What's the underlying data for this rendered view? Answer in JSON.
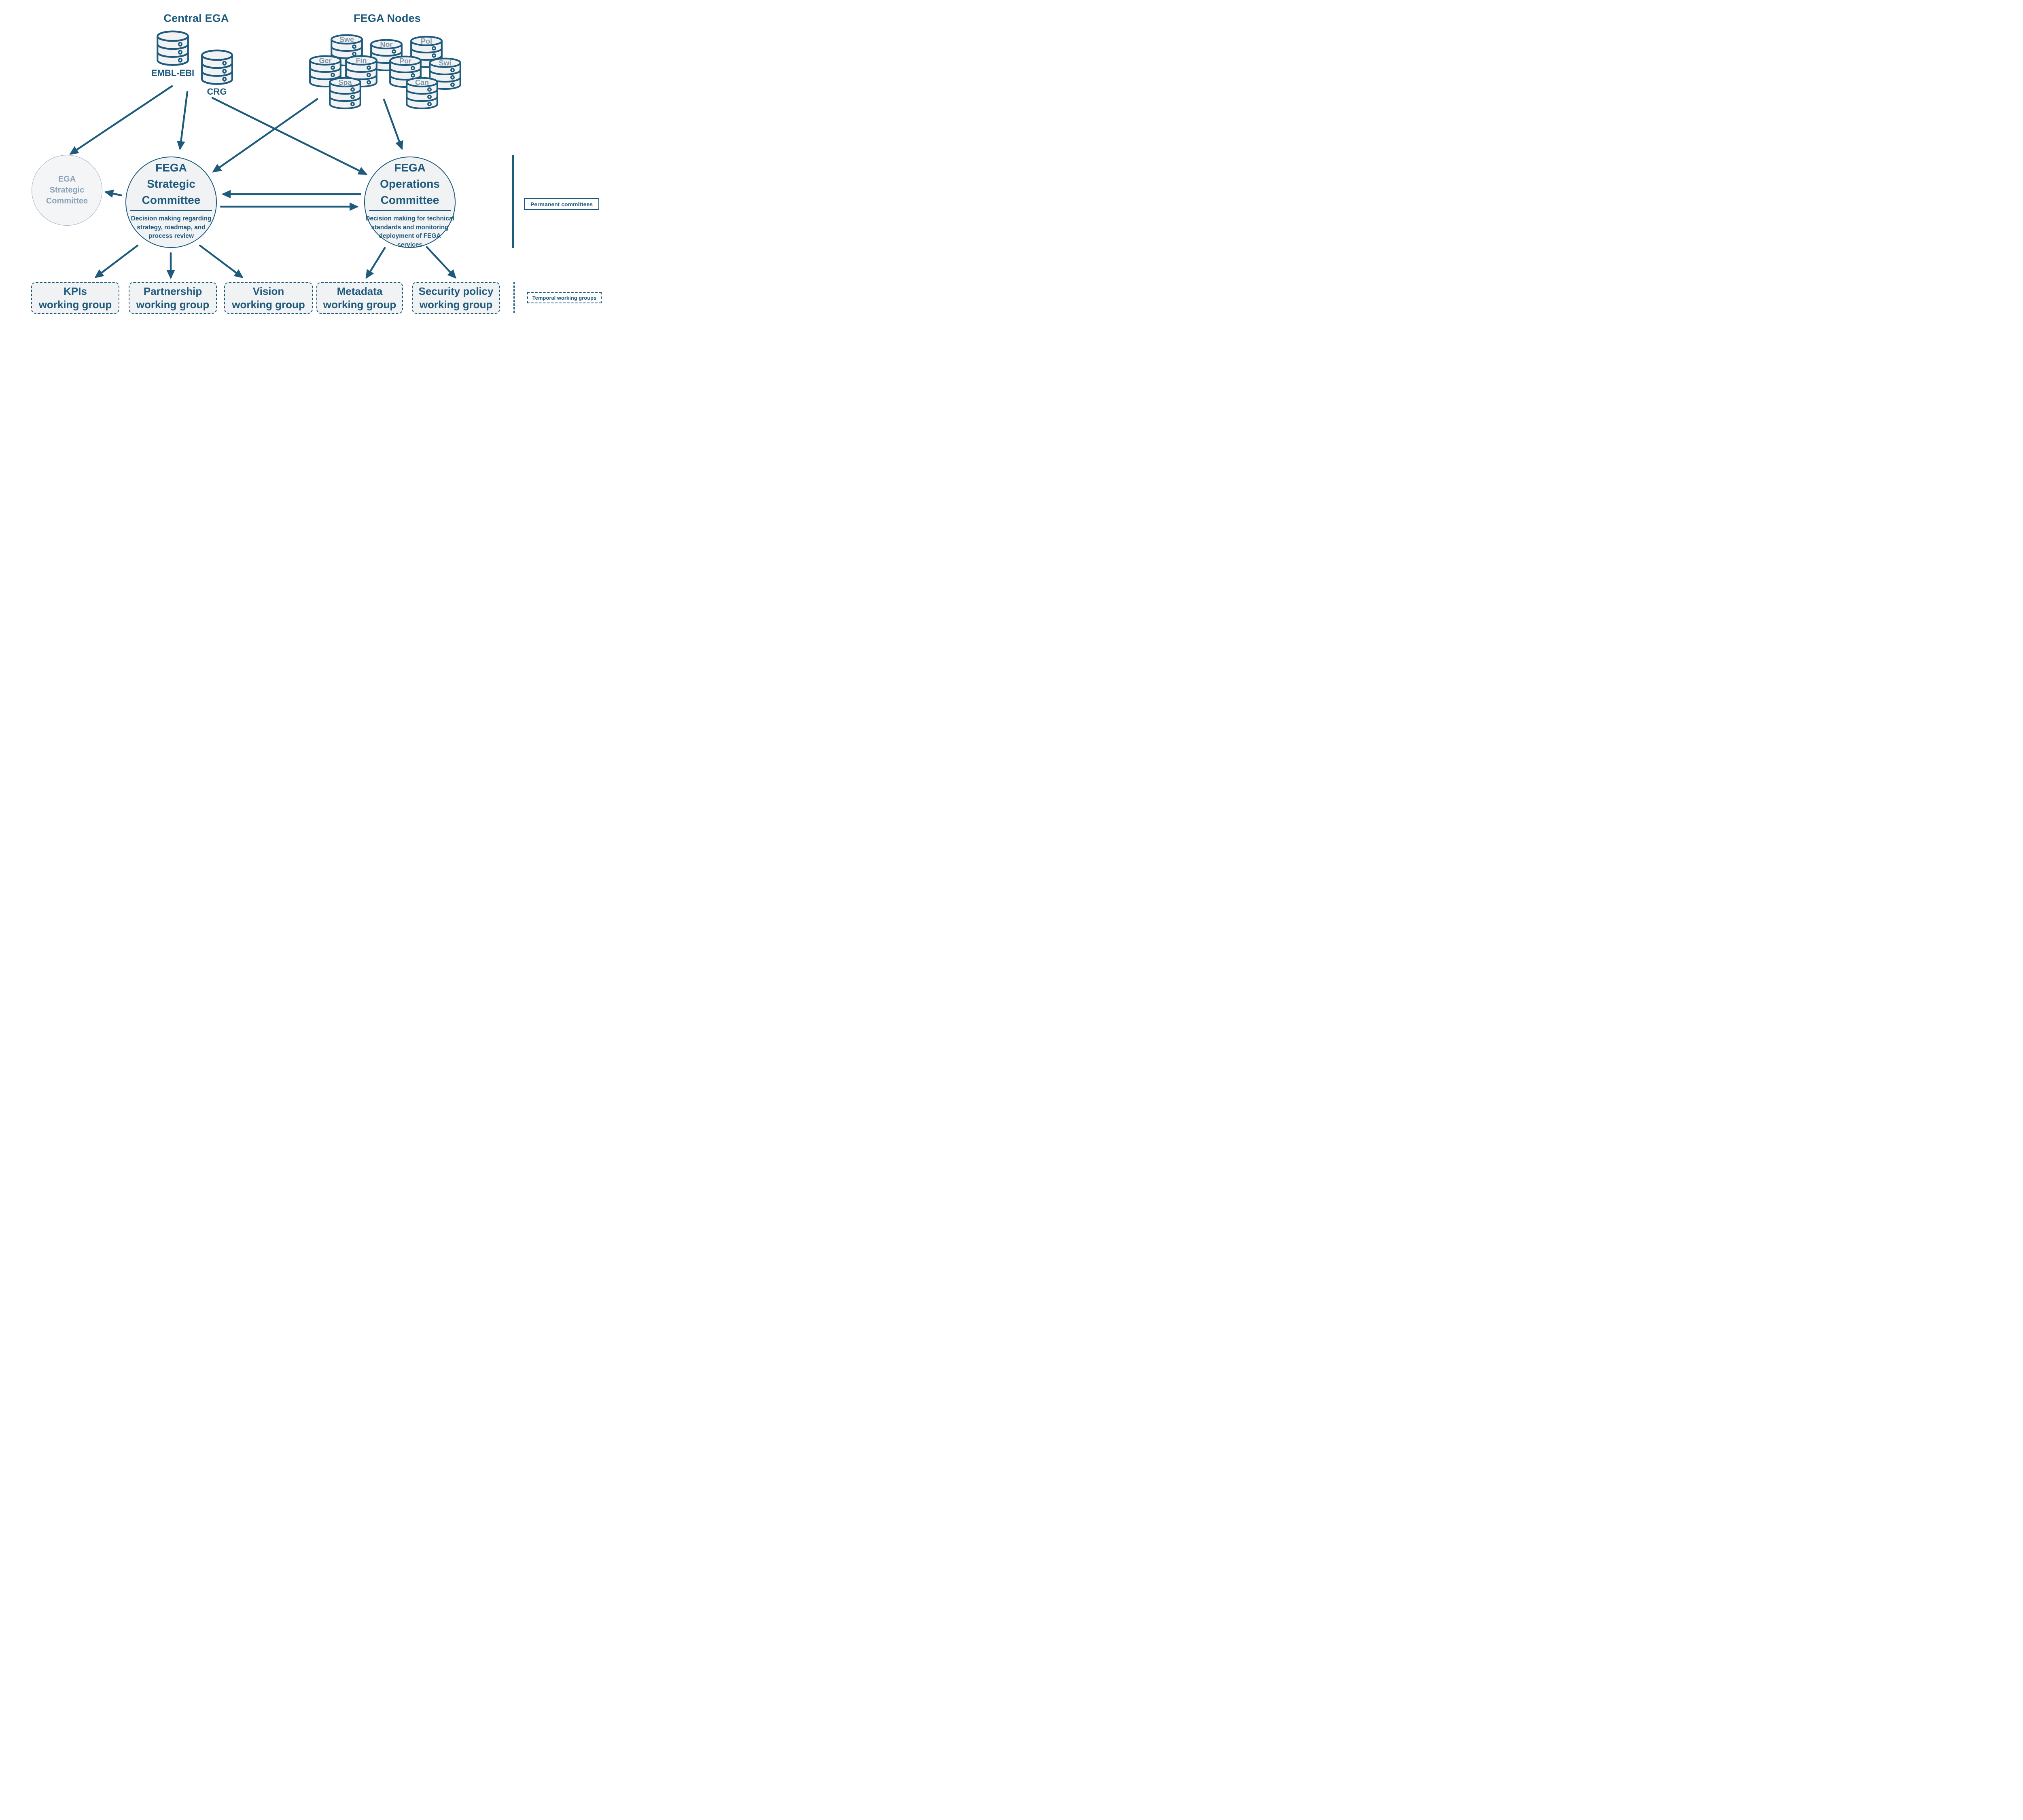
{
  "header": {
    "central_title": "Central EGA",
    "nodes_title": "FEGA Nodes"
  },
  "central_ega": {
    "databases": [
      {
        "label": "EMBL-EBI"
      },
      {
        "label": "CRG"
      }
    ]
  },
  "fega_nodes": {
    "labels": [
      "Swe",
      "Nor",
      "Pol",
      "Ger",
      "Fin",
      "Por",
      "Swi",
      "Spa",
      "Can"
    ]
  },
  "committees": {
    "ega_strategic": {
      "lines": [
        "EGA",
        "Strategic",
        "Committee"
      ]
    },
    "fega_strategic": {
      "lines": [
        "FEGA",
        "Strategic",
        "Committee"
      ],
      "desc_lines": [
        "Decision making regarding",
        "strategy, roadmap, and",
        "process review"
      ]
    },
    "fega_operations": {
      "lines": [
        "FEGA",
        "Operations",
        "Committee"
      ],
      "desc_lines": [
        "Decision making for technical",
        "standards and monitoring",
        "deployment of FEGA",
        "services"
      ]
    }
  },
  "working_groups": [
    {
      "name": "KPIs",
      "type": "working group"
    },
    {
      "name": "Partnership",
      "type": "working group"
    },
    {
      "name": "Vision",
      "type": "working group"
    },
    {
      "name": "Metadata",
      "type": "working group"
    },
    {
      "name": "Security policy",
      "type": "working group"
    }
  ],
  "legend": {
    "permanent": "Permanent committees",
    "temporal": "Temporal working groups"
  },
  "colors": {
    "primary": "#1e5a7c",
    "node_label": "#7e98ad",
    "ega_text": "#8ba3b8",
    "ega_border": "#9db0c0",
    "panel_fill": "#f1f2f3"
  }
}
